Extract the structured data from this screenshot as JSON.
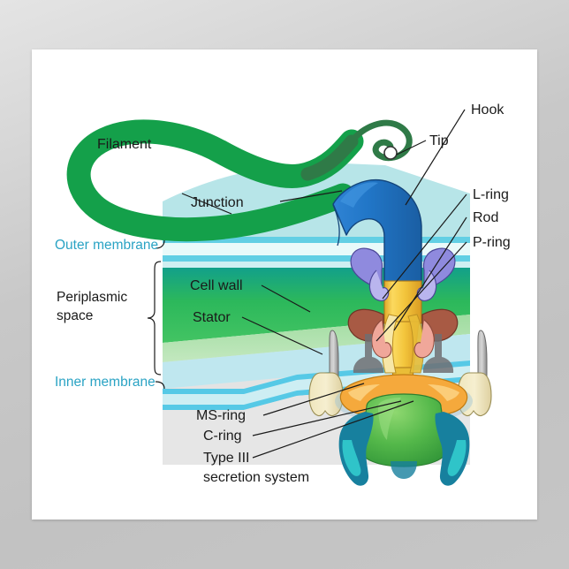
{
  "poster": {
    "title": "Bacterial flagellum structure diagram",
    "background_color": "#ffffff",
    "mat_color": "#c9c9c9"
  },
  "diagram": {
    "type": "biological-structure-diagram",
    "subject": "Bacterial flagellum (gram-negative bacterium)",
    "labels": {
      "tip": "Tip",
      "filament": "Filament",
      "junction": "Junction",
      "hook": "Hook",
      "l_ring": "L-ring",
      "rod": "Rod",
      "p_ring": "P-ring",
      "outer_membrane": "Outer membrane",
      "periplasmic_space_line1": "Periplasmic",
      "periplasmic_space_line2": "space",
      "inner_membrane": "Inner membrane",
      "cell_wall": "Cell wall",
      "stator": "Stator",
      "ms_ring": "MS-ring",
      "c_ring": "C-ring",
      "type_iii_line1": "Type III",
      "type_iii_line2": "secretion system"
    },
    "colors": {
      "filament_green": "#14a04a",
      "filament_dark_green": "#2f7a47",
      "hook_blue": "#2176c7",
      "rod_yellow": "#f3c53c",
      "rod_orange": "#e8922a",
      "l_ring_purple": "#8f8ade",
      "p_ring_brown": "#a85a44",
      "p_ring_pink": "#f0a79a",
      "ms_ring_orange": "#f5a93c",
      "c_ring_green": "#56b94a",
      "t3ss_teal": "#17809e",
      "stator_cream": "#efe3b8",
      "stator_grey": "#8f8f8f",
      "outer_membrane_cyan": "#6fd3e5",
      "cytoplasm_light": "#d8e9f2",
      "periplasm_cyan": "#bde9ee",
      "cellwall_green": "#1aa06e",
      "label_teal": "#2aa3c4",
      "label_black": "#1a1a1a"
    },
    "label_color_map": {
      "outer_membrane": "#2aa3c4",
      "inner_membrane": "#2aa3c4",
      "tip": "#1a1a1a",
      "filament": "#1a1a1a",
      "junction": "#1a1a1a",
      "hook": "#1a1a1a",
      "l_ring": "#1a1a1a",
      "rod": "#1a1a1a",
      "p_ring": "#1a1a1a",
      "cell_wall": "#1a1a1a",
      "stator": "#1a1a1a",
      "ms_ring": "#1a1a1a",
      "c_ring": "#1a1a1a",
      "type_iii": "#1a1a1a",
      "periplasmic_space": "#1a1a1a"
    }
  }
}
